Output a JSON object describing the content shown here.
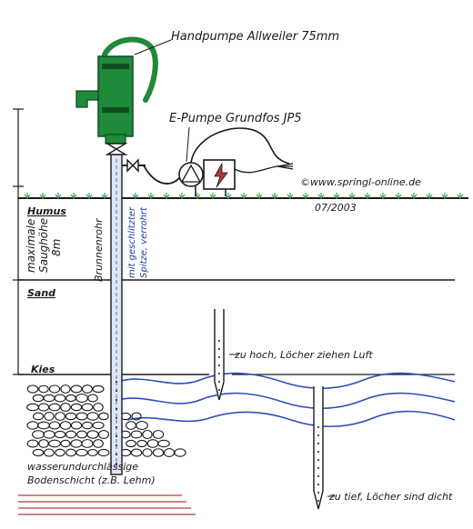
{
  "labels": {
    "hand_pump": "Handpumpe Allweiler 75mm",
    "electric_pump": "E-Pumpe Grundfos JP5",
    "website": "©www.springl-online.de",
    "date": "07/2003",
    "humus": "Humus",
    "sand": "Sand",
    "kies": "Kies",
    "max_suction_line1": "maximale",
    "max_suction_line2": "Saughöhe",
    "max_suction_line3": "8m",
    "well_pipe": "Brunnenrohr",
    "filter_tip_line1": "mit geschlitzter",
    "filter_tip_line2": "Spitze, verrohrt",
    "too_high": "zu hoch, Löcher ziehen Luft",
    "too_deep": "zu tief, Löcher sind dicht",
    "impermeable_line1": "wasserundurchlässige",
    "impermeable_line2": "Bodenschicht (z.B. Lehm)"
  },
  "colors": {
    "pump_green": "#1e8a3a",
    "ink": "#1a1a1a",
    "water_blue": "#2d4fb8",
    "pipe_blue": "#4a6fd0",
    "grass_green": "#3aa64a",
    "clay_red": "#b03a3a"
  }
}
